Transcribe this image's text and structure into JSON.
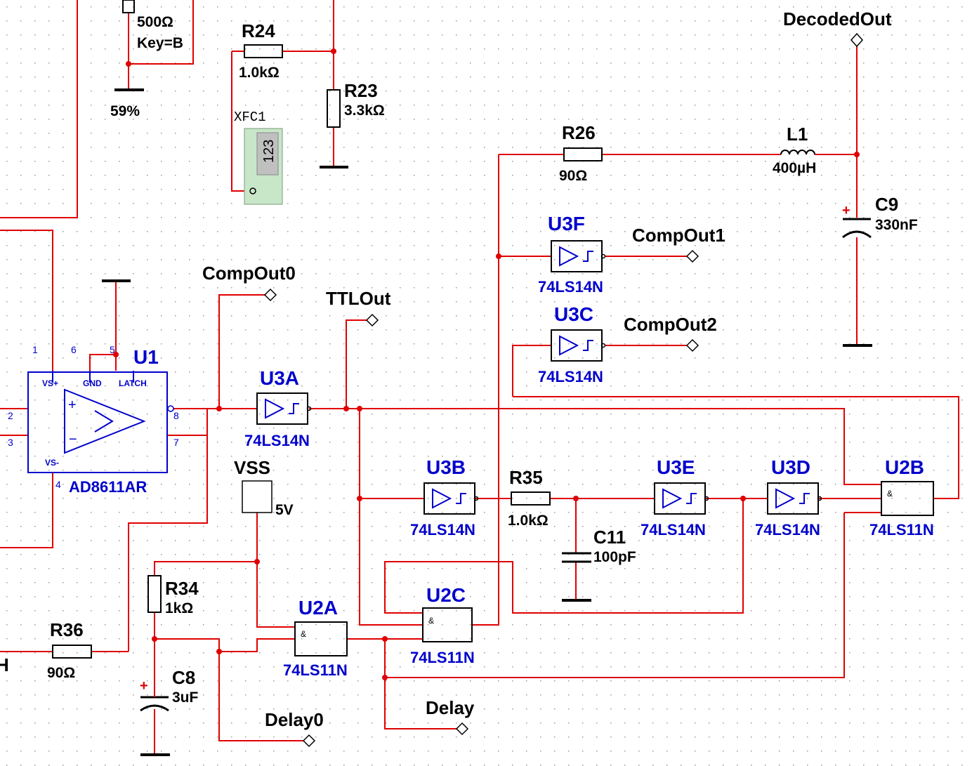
{
  "labels": {
    "r500_value": "500Ω",
    "r500_key": "Key=B",
    "pot_percent": "59%",
    "r24_ref": "R24",
    "r24_value": "1.0kΩ",
    "r23_ref": "R23",
    "r23_value": "3.3kΩ",
    "xfc1_ref": "XFC1",
    "xfc1_display": "123",
    "decoded_out": "DecodedOut",
    "r26_ref": "R26",
    "r26_value": "90Ω",
    "l1_ref": "L1",
    "l1_value": "400µH",
    "c9_ref": "C9",
    "c9_value": "330nF",
    "u3f_ref": "U3F",
    "u3f_part": "74LS14N",
    "compout1": "CompOut1",
    "u3c_ref": "U3C",
    "u3c_part": "74LS14N",
    "compout2": "CompOut2",
    "compout0": "CompOut0",
    "ttlout": "TTLOut",
    "u1_ref": "U1",
    "u1_part": "AD8611AR",
    "u1_pin1": "1",
    "u1_pin2": "2",
    "u1_pin3": "3",
    "u1_pin4": "4",
    "u1_pin5": "5",
    "u1_pin6": "6",
    "u1_pin7": "7",
    "u1_pin8": "8",
    "u1_vsp": "VS+",
    "u1_gnd": "GND",
    "u1_latch": "LATCH",
    "u1_vsm": "VS-",
    "u3a_ref": "U3A",
    "u3a_part": "74LS14N",
    "vss_ref": "VSS",
    "vss_value": "5V",
    "u3b_ref": "U3B",
    "u3b_part": "74LS14N",
    "r35_ref": "R35",
    "r35_value": "1.0kΩ",
    "c11_ref": "C11",
    "c11_value": "100pF",
    "u3e_ref": "U3E",
    "u3e_part": "74LS14N",
    "u3d_ref": "U3D",
    "u3d_part": "74LS14N",
    "u2b_ref": "U2B",
    "u2b_part": "74LS11N",
    "r34_ref": "R34",
    "r34_value": "1kΩ",
    "u2a_ref": "U2A",
    "u2a_part": "74LS11N",
    "u2c_ref": "U2C",
    "u2c_part": "74LS11N",
    "r36_ref": "R36",
    "r36_value": "90Ω",
    "c8_ref": "C8",
    "c8_value": "3uF",
    "delay0": "Delay0",
    "delay": "Delay",
    "edge_h": "H"
  },
  "colors": {
    "wire": "#e00000",
    "component": "#0000cc",
    "label": "#000000",
    "instrument": "#c8e6c8"
  }
}
